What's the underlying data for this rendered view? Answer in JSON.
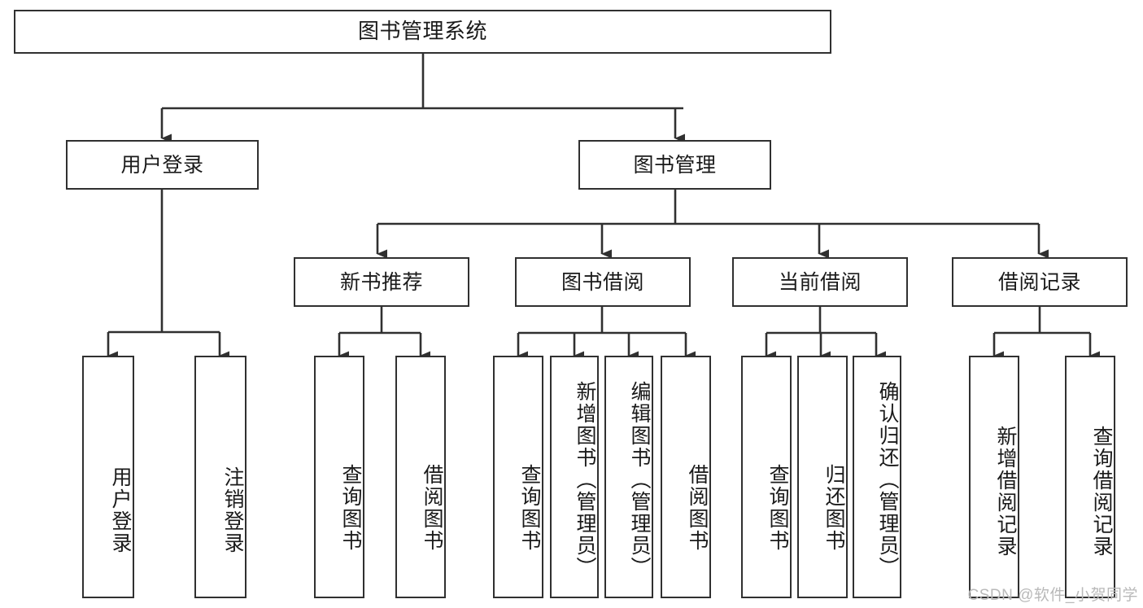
{
  "diagram": {
    "type": "hierarchy-tree",
    "title": "图书管理系统",
    "root": {
      "label": "图书管理系统"
    },
    "level2": [
      {
        "id": "user-login",
        "label": "用户登录"
      },
      {
        "id": "book-manage",
        "label": "图书管理"
      }
    ],
    "level3": [
      {
        "id": "new-book-recommend",
        "label": "新书推荐",
        "parent": "book-manage"
      },
      {
        "id": "book-borrow",
        "label": "图书借阅",
        "parent": "book-manage"
      },
      {
        "id": "current-borrow",
        "label": "当前借阅",
        "parent": "book-manage"
      },
      {
        "id": "borrow-record",
        "label": "借阅记录",
        "parent": "book-manage"
      }
    ],
    "leaves": [
      {
        "id": "leaf-user-login",
        "label": "用户登录",
        "parent": "user-login"
      },
      {
        "id": "leaf-logout-login",
        "label": "注销登录",
        "parent": "user-login"
      },
      {
        "id": "leaf-query-book-1",
        "label": "查询图书",
        "parent": "new-book-recommend"
      },
      {
        "id": "leaf-borrow-book-1",
        "label": "借阅图书",
        "parent": "new-book-recommend"
      },
      {
        "id": "leaf-query-book-2",
        "label": "查询图书",
        "parent": "book-borrow"
      },
      {
        "id": "leaf-add-book",
        "label": "新增图书（管理员）",
        "parent": "book-borrow"
      },
      {
        "id": "leaf-edit-book",
        "label": "编辑图书（管理员）",
        "parent": "book-borrow"
      },
      {
        "id": "leaf-borrow-book-2",
        "label": "借阅图书",
        "parent": "book-borrow"
      },
      {
        "id": "leaf-query-book-3",
        "label": "查询图书",
        "parent": "current-borrow"
      },
      {
        "id": "leaf-return-book",
        "label": "归还图书",
        "parent": "current-borrow"
      },
      {
        "id": "leaf-confirm-return",
        "label": "确认归还（管理员）",
        "parent": "current-borrow"
      },
      {
        "id": "leaf-add-record",
        "label": "新增借阅记录",
        "parent": "borrow-record"
      },
      {
        "id": "leaf-query-record",
        "label": "查询借阅记录",
        "parent": "borrow-record"
      }
    ],
    "colors": {
      "stroke": "#303030",
      "fill": "#ffffff",
      "text": "#1a1a1a",
      "watermark": "#b9b9b9"
    }
  },
  "watermark": {
    "text": "CSDN @软件_小贺同学"
  }
}
